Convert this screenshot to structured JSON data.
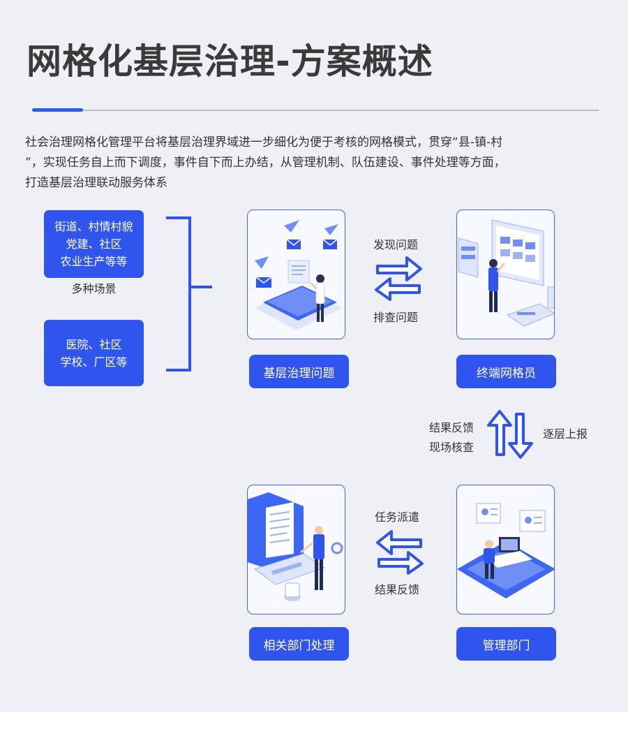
{
  "title": "网格化基层治理-方案概述",
  "intro_lines": [
    "社会治理网格化管理平台将基层治理界域进一步细化为便于考核的网格模式，贯穿“县-镇-村",
    "”，实现任务自上而下调度，事件自下而上办结，从管理机制、队伍建设、事件处理等方面，",
    "打造基层治理联动服务体系"
  ],
  "scenes": {
    "box1": [
      "街道、村情村貌",
      "党建、社区",
      "农业生产等等"
    ],
    "label": "多种场景",
    "box2": [
      "医院、社区",
      "学校、厂区等"
    ]
  },
  "nodes": {
    "grassroots_issue": "基层治理问题",
    "terminal_gridder": "终端网格员",
    "related_dept": "相关部门处理",
    "management_dept": "管理部门"
  },
  "flows": {
    "discover": "发现问题",
    "investigate": "排查问题",
    "feedback_1": "结果反馈",
    "onsite_check": "现场核查",
    "report_up": "逐层上报",
    "dispatch": "任务派遣",
    "feedback_2": "结果反馈"
  },
  "colors": {
    "accent": "#2f55ee",
    "panel": "#eef0f5"
  }
}
